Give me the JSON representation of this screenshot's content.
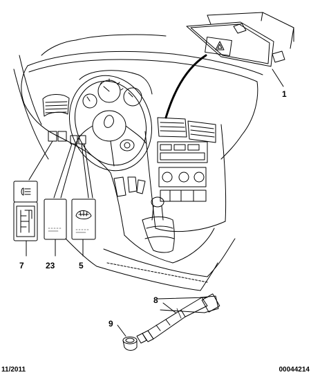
{
  "diagram": {
    "callouts": [
      {
        "id": "1",
        "label": "1"
      },
      {
        "id": "7",
        "label": "7"
      },
      {
        "id": "23",
        "label": "23"
      },
      {
        "id": "5",
        "label": "5"
      },
      {
        "id": "8",
        "label": "8"
      },
      {
        "id": "9",
        "label": "9"
      }
    ]
  },
  "footer": {
    "date": "11/2011",
    "reference": "00044214"
  },
  "icons": [
    "hazard-warning-switch-icon",
    "headlamp-adjust-icon",
    "switch-blank-icon",
    "rear-window-switch-icon"
  ]
}
